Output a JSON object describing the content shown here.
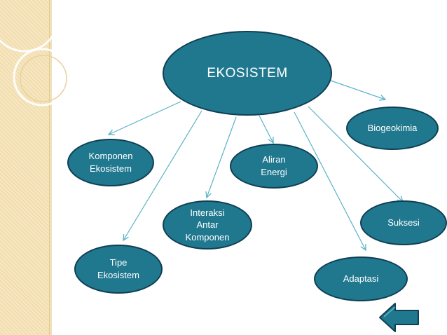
{
  "diagram": {
    "center": "EKOSISTEM",
    "nodes": [
      "Biogeokimia",
      "Komponen\nEkosistem",
      "Aliran\nEnergi",
      "Interaksi\nAntar\nKomponen",
      "Suksesi",
      "Tipe\nEkosistem",
      "Adaptasi"
    ]
  },
  "colors": {
    "node_fill": "#20788f",
    "node_border": "#0f3f53",
    "arrow": "#5ab3c8",
    "side_band": "#f6e7c2"
  },
  "navigation": {
    "back_icon": "left-arrow-icon"
  }
}
